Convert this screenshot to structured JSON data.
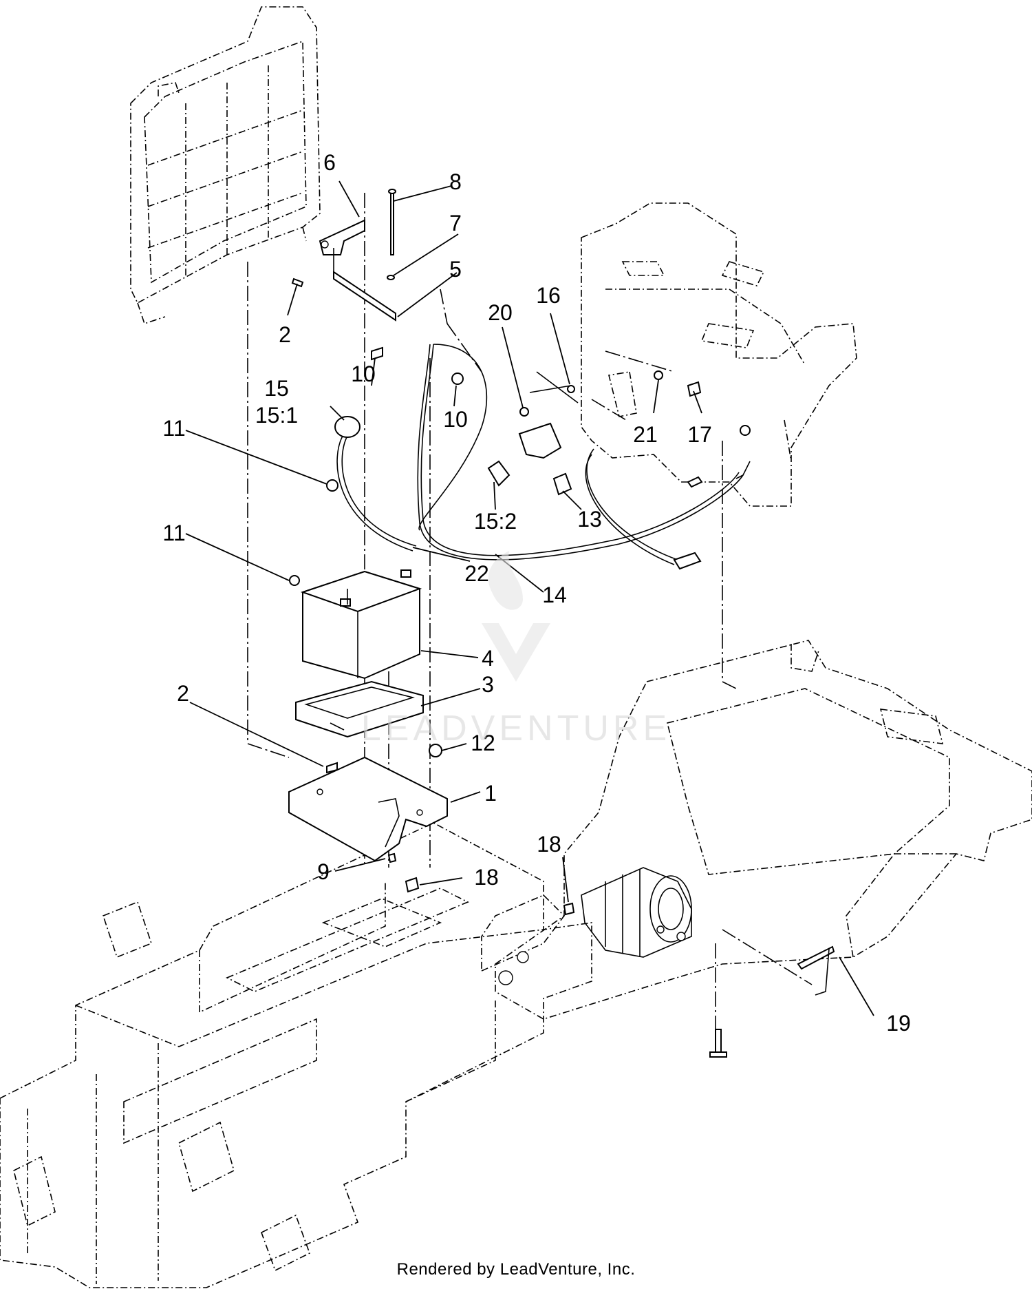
{
  "diagram": {
    "watermark": "LEADVENTURE",
    "footer": "Rendered by LeadVenture, Inc.",
    "callouts": [
      {
        "id": "c6",
        "label": "6"
      },
      {
        "id": "c8",
        "label": "8"
      },
      {
        "id": "c7",
        "label": "7"
      },
      {
        "id": "c5",
        "label": "5"
      },
      {
        "id": "c2a",
        "label": "2"
      },
      {
        "id": "c20",
        "label": "20"
      },
      {
        "id": "c16",
        "label": "16"
      },
      {
        "id": "c15",
        "label": "15"
      },
      {
        "id": "c15_1",
        "label": "15:1"
      },
      {
        "id": "c10a",
        "label": "10"
      },
      {
        "id": "c10b",
        "label": "10"
      },
      {
        "id": "c21",
        "label": "21"
      },
      {
        "id": "c17",
        "label": "17"
      },
      {
        "id": "c11a",
        "label": "11"
      },
      {
        "id": "c15_2",
        "label": "15:2"
      },
      {
        "id": "c13",
        "label": "13"
      },
      {
        "id": "c11b",
        "label": "11"
      },
      {
        "id": "c22",
        "label": "22"
      },
      {
        "id": "c14",
        "label": "14"
      },
      {
        "id": "c4",
        "label": "4"
      },
      {
        "id": "c3",
        "label": "3"
      },
      {
        "id": "c2b",
        "label": "2"
      },
      {
        "id": "c12",
        "label": "12"
      },
      {
        "id": "c1",
        "label": "1"
      },
      {
        "id": "c18a",
        "label": "18"
      },
      {
        "id": "c9",
        "label": "9"
      },
      {
        "id": "c18b",
        "label": "18"
      },
      {
        "id": "c19",
        "label": "19"
      }
    ]
  }
}
